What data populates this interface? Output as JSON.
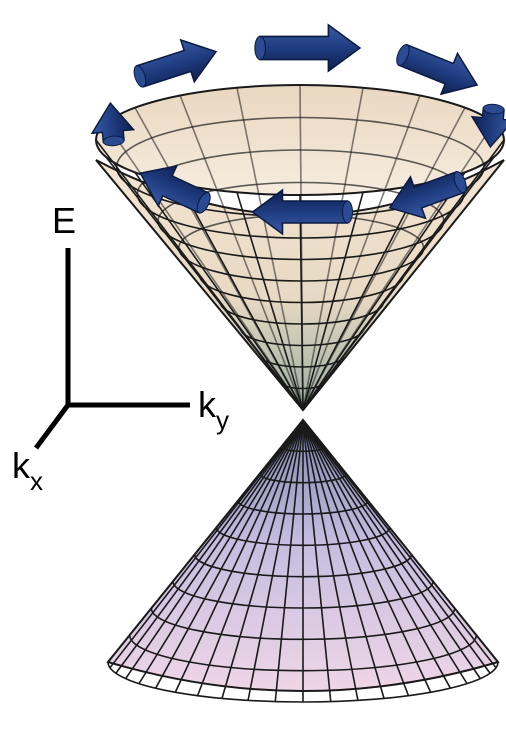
{
  "axes": {
    "energy": "E",
    "ky": {
      "base": "k",
      "subscript": "y"
    },
    "kx": {
      "base": "k",
      "subscript": "x"
    }
  },
  "colors": {
    "upper_cone_top": "#f2e3cf",
    "upper_cone_mid": "#ead8c2",
    "upper_cone_tip": "#9fb3a6",
    "lower_cone_tip": "#8f94b8",
    "lower_cone_mid": "#c9bfe0",
    "lower_cone_base": "#ead2e4",
    "grid_line": "#1a1a1a",
    "spin_arrow": "#1e3a78",
    "spin_arrow_dark": "#0f2150",
    "axis_line": "#000000"
  },
  "icons": {
    "spin_arrows": "spin-arrow-icon"
  }
}
